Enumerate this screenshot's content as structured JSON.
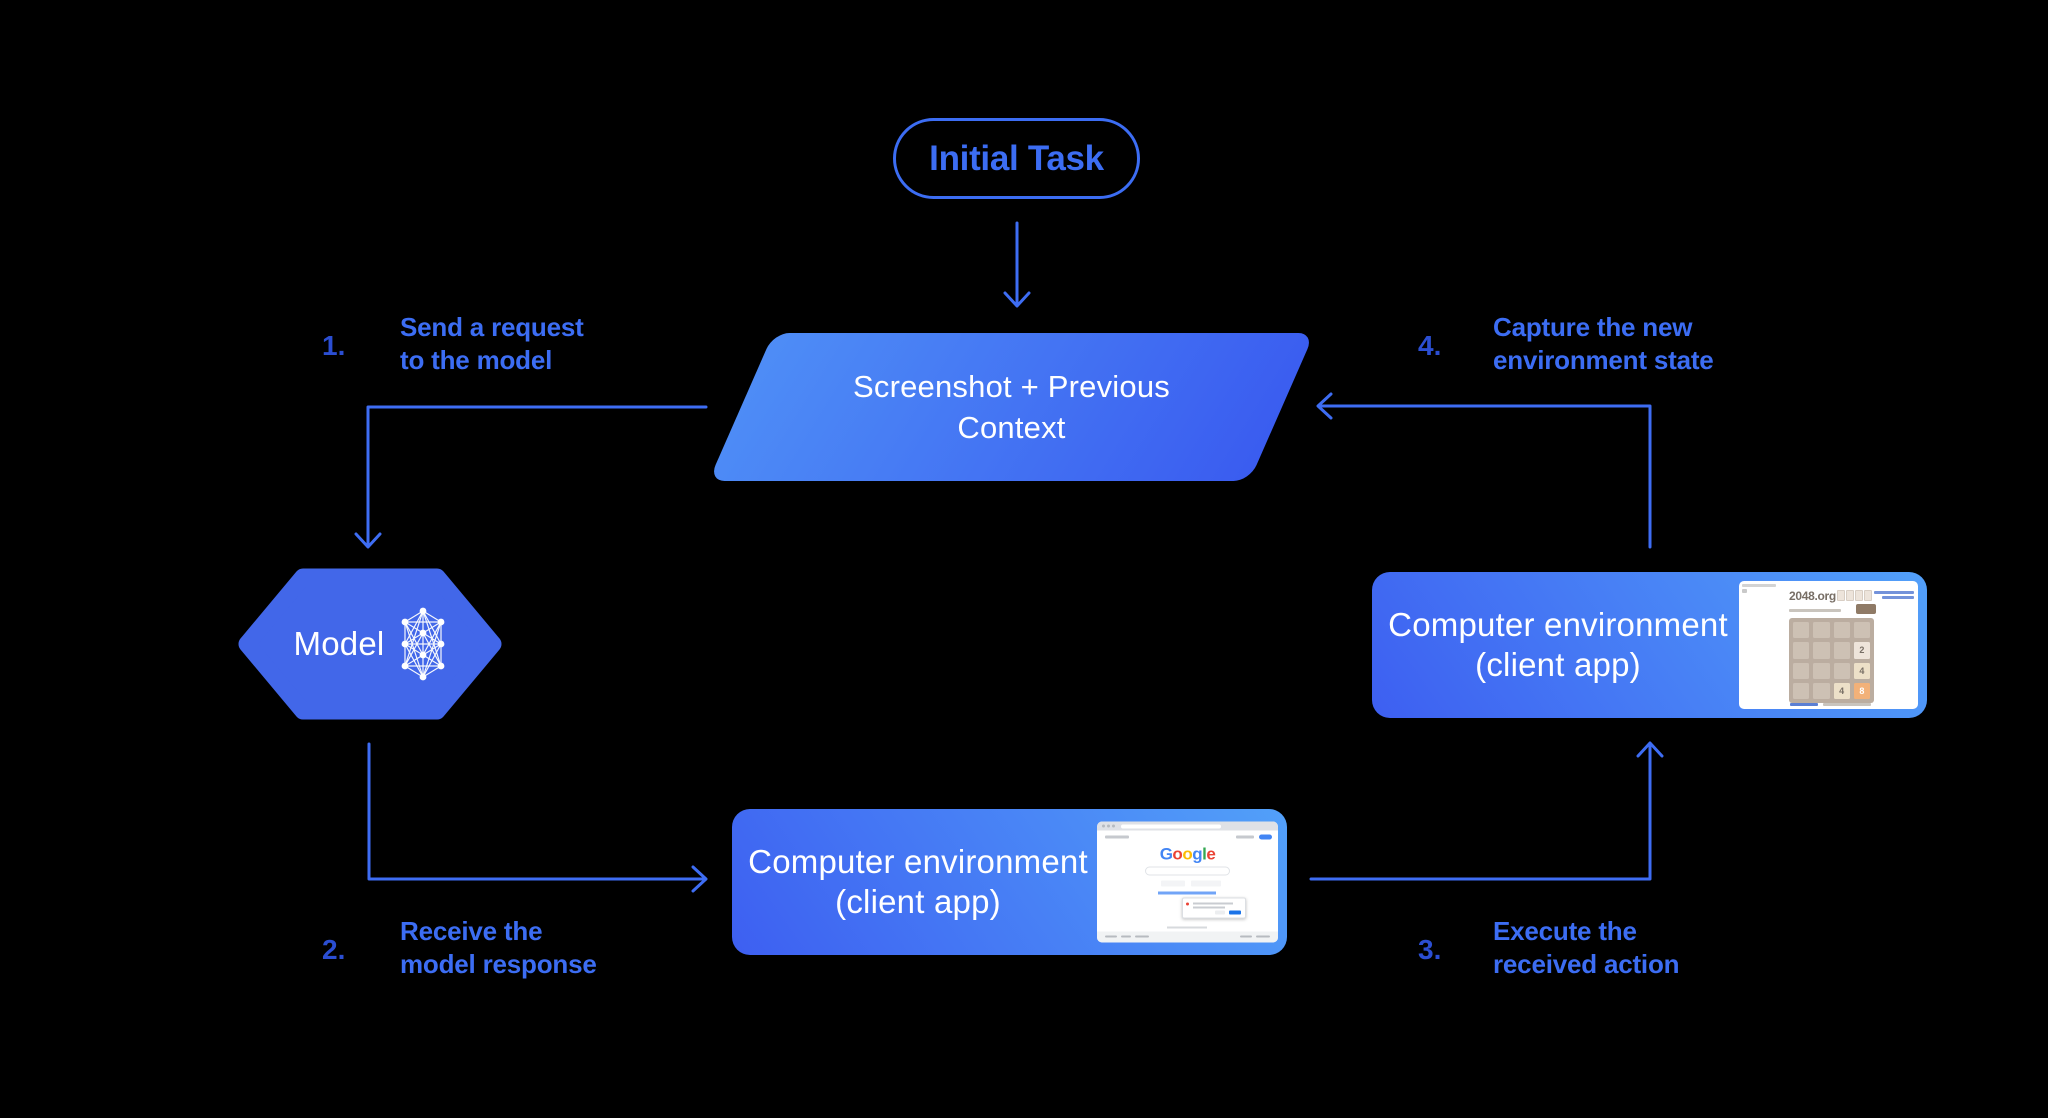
{
  "colors": {
    "bg": "#000000",
    "accent": "#3C6DF3",
    "accent-dark": "#2B4ED2",
    "line": "#3E6DF3",
    "para-1": "#4E8DF6",
    "para-2": "#3A5CF0",
    "box-1": "#3D5FF1",
    "box-2": "#52A0F9",
    "hex": "#4267E9",
    "g-blue": "#4285F4",
    "g-red": "#EA4335",
    "g-yellow": "#FBBC05",
    "g-green": "#34A853",
    "g-link": "#1a73e8",
    "t-grid": "#BBADA0",
    "t-cell": "#CDC1B4",
    "t-tile2": "#EEE4DA",
    "t-tile4": "#EDE0C8",
    "t-tile8": "#F2B179",
    "t-text": "#776E65",
    "t-btn": "#8F7A66"
  },
  "nodes": {
    "initial_task": "Initial Task",
    "screenshot": {
      "line1": "Screenshot + Previous",
      "line2": "Context"
    },
    "model": "Model",
    "env_bottom": {
      "line1": "Computer environment",
      "line2": "(client app)"
    },
    "env_right": {
      "line1": "Computer environment",
      "line2": "(client app)"
    }
  },
  "steps": [
    {
      "number": "1.",
      "line1": "Send a request",
      "line2": "to the model"
    },
    {
      "number": "2.",
      "line1": "Receive the",
      "line2": "model response"
    },
    {
      "number": "3.",
      "line1": "Execute the",
      "line2": "received action"
    },
    {
      "number": "4.",
      "line1": "Capture the new",
      "line2": "environment state"
    }
  ],
  "thumbs": {
    "google": {
      "letters": [
        "G",
        "o",
        "o",
        "g",
        "l",
        "e"
      ]
    },
    "g2048": {
      "site": "2048.org",
      "tiles": [
        "2",
        "4",
        "4",
        "8"
      ]
    }
  }
}
